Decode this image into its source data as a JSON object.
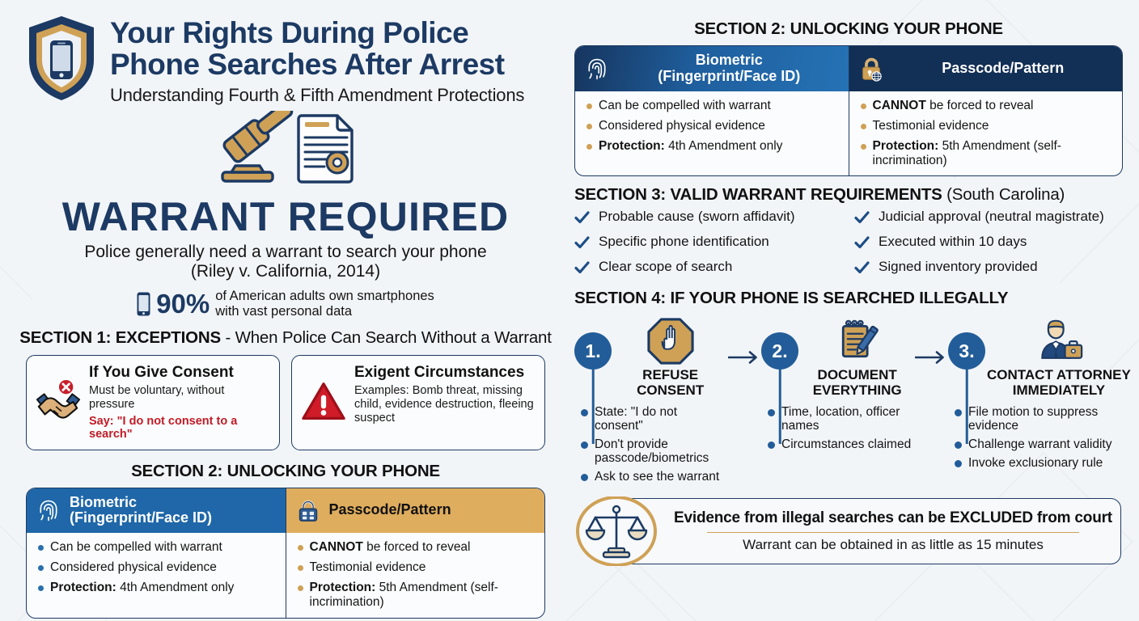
{
  "header": {
    "logo_icon": "shield-phone-icon",
    "title_line1": "Your Rights During Police",
    "title_line2": "Phone Searches After Arrest",
    "subtitle": "Understanding Fourth & Fifth Amendment Protections"
  },
  "hero": {
    "icon": "gavel-document-icon",
    "title": "WARRANT REQUIRED",
    "line1": "Police generally need a warrant to search your phone",
    "citation": "(Riley v. California, 2014)",
    "stat_icon": "smartphone-icon",
    "stat_number": "90%",
    "stat_text_line1": "of American adults own smartphones",
    "stat_text_line2": "with vast personal data"
  },
  "section1": {
    "heading_bold": "SECTION 1: EXCEPTIONS",
    "heading_rest": " - When Police Can Search Without a Warrant",
    "cards": [
      {
        "icon": "handshake-denied-icon",
        "title": "If You Give Consent",
        "subtitle": "Must be voluntary, without pressure",
        "warning": "Say: \"I do not consent to a search\""
      },
      {
        "icon": "warning-triangle-icon",
        "title": "Exigent Circumstances",
        "subtitle": "Examples: Bomb threat, missing child, evidence destruction, fleeing suspect",
        "warning": ""
      }
    ]
  },
  "section2": {
    "heading": "SECTION 2: UNLOCKING YOUR PHONE",
    "columns": [
      {
        "icon": "fingerprint-icon",
        "header_line1": "Biometric",
        "header_line2": "(Fingerprint/Face ID)",
        "bullets": [
          {
            "bold": "",
            "text": "Can be compelled with warrant"
          },
          {
            "bold": "",
            "text": "Considered physical evidence"
          },
          {
            "bold": "Protection:",
            "text": " 4th Amendment only"
          }
        ]
      },
      {
        "icon": "padlock-icon",
        "header_line1": "Passcode/Pattern",
        "header_line2": "",
        "bullets": [
          {
            "bold": "CANNOT",
            "text": " be forced to reveal"
          },
          {
            "bold": "",
            "text": "Testimonial evidence"
          },
          {
            "bold": "Protection:",
            "text": " 5th Amendment (self-incrimination)"
          }
        ]
      }
    ]
  },
  "section3": {
    "heading_bold": "SECTION 3: VALID WARRANT REQUIREMENTS",
    "heading_rest": " (South Carolina)",
    "left_items": [
      "Probable cause (sworn affidavit)",
      "Specific phone identification",
      "Clear scope of search"
    ],
    "right_items": [
      "Judicial approval (neutral magistrate)",
      "Executed within 10 days",
      "Signed inventory provided"
    ]
  },
  "section4": {
    "heading": "SECTION 4: IF YOUR PHONE IS SEARCHED ILLEGALLY",
    "steps": [
      {
        "number": "1.",
        "icon": "stop-hand-icon",
        "label_line1": "REFUSE",
        "label_line2": "CONSENT",
        "bullets": [
          "State: \"I do not consent\"",
          "Don't provide passcode/biometrics",
          "Ask to see the warrant"
        ]
      },
      {
        "number": "2.",
        "icon": "notepad-pencil-icon",
        "label_line1": "DOCUMENT",
        "label_line2": "EVERYTHING",
        "bullets": [
          "Time, location, officer names",
          "Circumstances claimed"
        ]
      },
      {
        "number": "3.",
        "icon": "attorney-briefcase-icon",
        "label_line1": "CONTACT ATTORNEY",
        "label_line2": "IMMEDIATELY",
        "bullets": [
          "File motion to suppress evidence",
          "Challenge warrant validity",
          "Invoke exclusionary rule"
        ]
      }
    ],
    "arrow_icon": "arrow-right-icon"
  },
  "footer": {
    "icon": "scales-of-justice-icon",
    "line1": "Evidence from illegal searches can be EXCLUDED from court",
    "line2": "Warrant can be obtained in as little as 15 minutes"
  },
  "colors": {
    "navy": "#1c3a63",
    "blue": "#225d99",
    "gold": "#cfa156",
    "red": "#c01c26",
    "background": "#f2f5f8"
  }
}
